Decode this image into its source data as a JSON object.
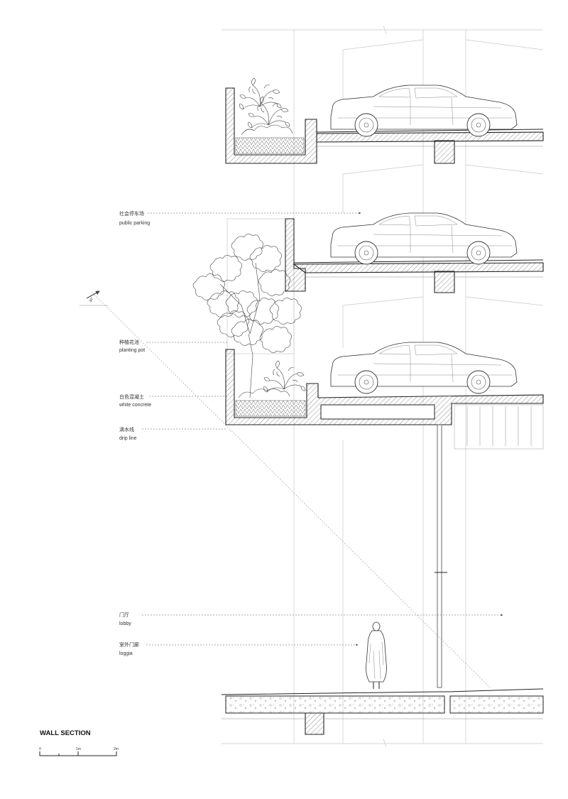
{
  "title": "WALL SECTION",
  "scale_bar": {
    "ticks": [
      "0",
      "1m",
      "2m"
    ]
  },
  "labels": [
    {
      "cn": "社会停车场",
      "en": "public parking"
    },
    {
      "cn": "种植花池",
      "en": "planting pot"
    },
    {
      "cn": "白色混凝土",
      "en": "white concrete"
    },
    {
      "cn": "滴水线",
      "en": "drip line"
    },
    {
      "cn": "门厅",
      "en": "lobby"
    },
    {
      "cn": "室外门廊",
      "en": "loggia"
    }
  ],
  "annotations": {
    "angle": "30°"
  },
  "icons": {
    "car": "car-icon",
    "person": "person-icon",
    "tree": "tree-icon",
    "shrub": "shrub-icon"
  }
}
